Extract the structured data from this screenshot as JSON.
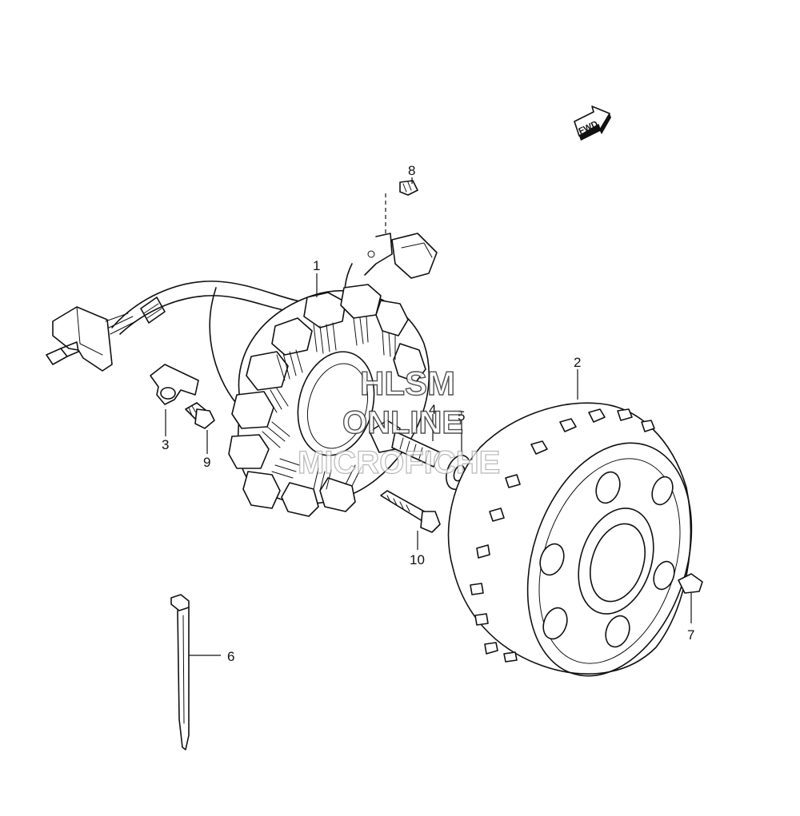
{
  "diagram": {
    "fwd_label": "FWD",
    "callouts": [
      {
        "id": "1",
        "label": "1"
      },
      {
        "id": "2",
        "label": "2"
      },
      {
        "id": "3",
        "label": "3"
      },
      {
        "id": "4",
        "label": "4"
      },
      {
        "id": "5",
        "label": "5"
      },
      {
        "id": "6",
        "label": "6"
      },
      {
        "id": "7",
        "label": "7"
      },
      {
        "id": "8",
        "label": "8"
      },
      {
        "id": "9",
        "label": "9"
      },
      {
        "id": "10",
        "label": "10"
      }
    ]
  },
  "watermark": {
    "line1": "HLSM",
    "line2": "ONLINE",
    "line3": "MICROFICHE"
  }
}
